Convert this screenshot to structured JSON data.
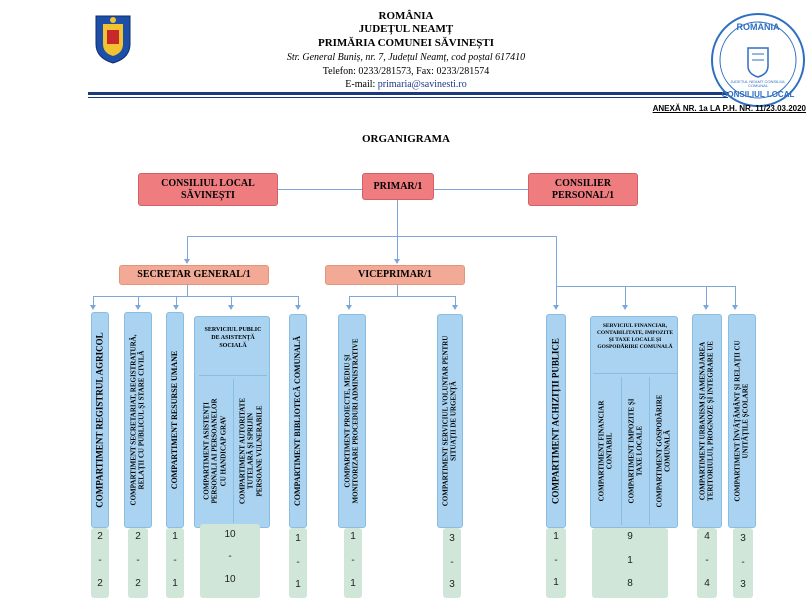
{
  "header": {
    "country": "ROMÂNIA",
    "county": "JUDEȚUL NEAMȚ",
    "institution": "PRIMĂRIA COMUNEI SĂVINEȘTI",
    "address": "Str. General Buniș, nr. 7, Județul Neamț, cod poștal 617410",
    "phone_fax": "Telefon: 0233/281573, Fax: 0233/281574",
    "email_label": "E-mail: ",
    "email": "primaria@savinesti.ro",
    "annex": "ANEXĂ NR. 1a LA P.H. NR. 11/23.03.2020",
    "seal_top": "ROMÂNIA",
    "seal_bottom": "CONSILIUL LOCAL",
    "seal_middle": "JUDEȚUL NEAMȚ CONSILIUL COMUNAL"
  },
  "title": "ORGANIGRAMA",
  "top": {
    "council": "CONSILIUL LOCAL SĂVINEȘTI",
    "mayor": "PRIMAR/1",
    "advisor": "CONSILIER PERSONAL/1"
  },
  "mid": {
    "secretary": "SECRETAR GENERAL/1",
    "vicemayor": "VICEPRIMAR/1"
  },
  "departments": {
    "registru_agricol": "COMPARTIMENT REGISTRUL AGRICOL",
    "secretariat": "COMPARTIMENT SECRETARIAT, REGISTRATURĂ,\nRELAȚII CU PUBLICUL ȘI STARE CIVILĂ",
    "resurse_umane": "COMPARTIMENT RESURSE UMANE",
    "serviciul_social": "SERVICIUL PUBLIC DE ASISTENȚĂ SOCIALĂ",
    "asistenti": "COMPARTIMENT ASISTENȚI\nPERSONALI AI PERSOANELOR\nCU HANDICAP GRAV",
    "autoritate_tutelara": "COMPARTIMENT AUTORITATE\nTUTELARĂ ȘI SPRIJIN\nPERSOANE VULNERABILE",
    "biblioteca": "COMPARTIMENT BIBLIOTECĂ COMUNALĂ",
    "proiecte": "COMPARTIMENT PROIECTE, MEDIU ȘI\nMONITORIZARE PROCEDURI ADMINISTRATIVE",
    "voluntar": "COMPARTIMENT SERVICIUL VOLUNTAR PENTRU\nSITUAȚII DE URGENȚĂ",
    "achizitii": "COMPARTIMENT ACHIZIȚII PUBLICE",
    "serviciul_financiar": "SERVICIUL FINANCIAR, CONTABILITATE, IMPOZITE ȘI TAXE LOCALE ȘI GOSPODĂRIRE COMUNALĂ",
    "financiar_contabil": "COMPARTIMENT FINANCIAR\nCONTABIL",
    "impozite": "COMPARTIMENT IMPOZITE ȘI\nTAXE LOCALE",
    "gospodarie": "COMPARTIMENT GOSPODĂRIRE\nCOMUNALĂ",
    "urbanism": "COMPARTIMENT URBANISM ȘI AMENAJAREA\nTERITORIULUI, PROGNOZE ȘI INTEGRARE UE",
    "invatamant": "COMPARTIMENT ÎNVĂȚĂMÂNT ȘI RELAȚII CU\nUNITĂȚILE ȘCOLARE"
  },
  "counts": {
    "registru_agricol": [
      "2",
      "-",
      "2"
    ],
    "secretariat": [
      "2",
      "-",
      "2"
    ],
    "resurse_umane": [
      "1",
      "-",
      "1"
    ],
    "serviciul_social": [
      "10",
      "-",
      "10"
    ],
    "biblioteca": [
      "1",
      "-",
      "1"
    ],
    "proiecte": [
      "1",
      "-",
      "1"
    ],
    "voluntar": [
      "3",
      "-",
      "3"
    ],
    "achizitii": [
      "1",
      "-",
      "1"
    ],
    "serviciul_financiar": [
      "9",
      "1",
      "8"
    ],
    "urbanism": [
      "4",
      "-",
      "4"
    ],
    "invatamant": [
      "3",
      "-",
      "3"
    ]
  },
  "colors": {
    "top_box": "#ef7d80",
    "mid_box": "#f2aa96",
    "dept_box": "#a9d3f0",
    "count_box": "#cfe6d8",
    "header_bar": "#1c3a7a",
    "seal": "#2e6fc2"
  }
}
